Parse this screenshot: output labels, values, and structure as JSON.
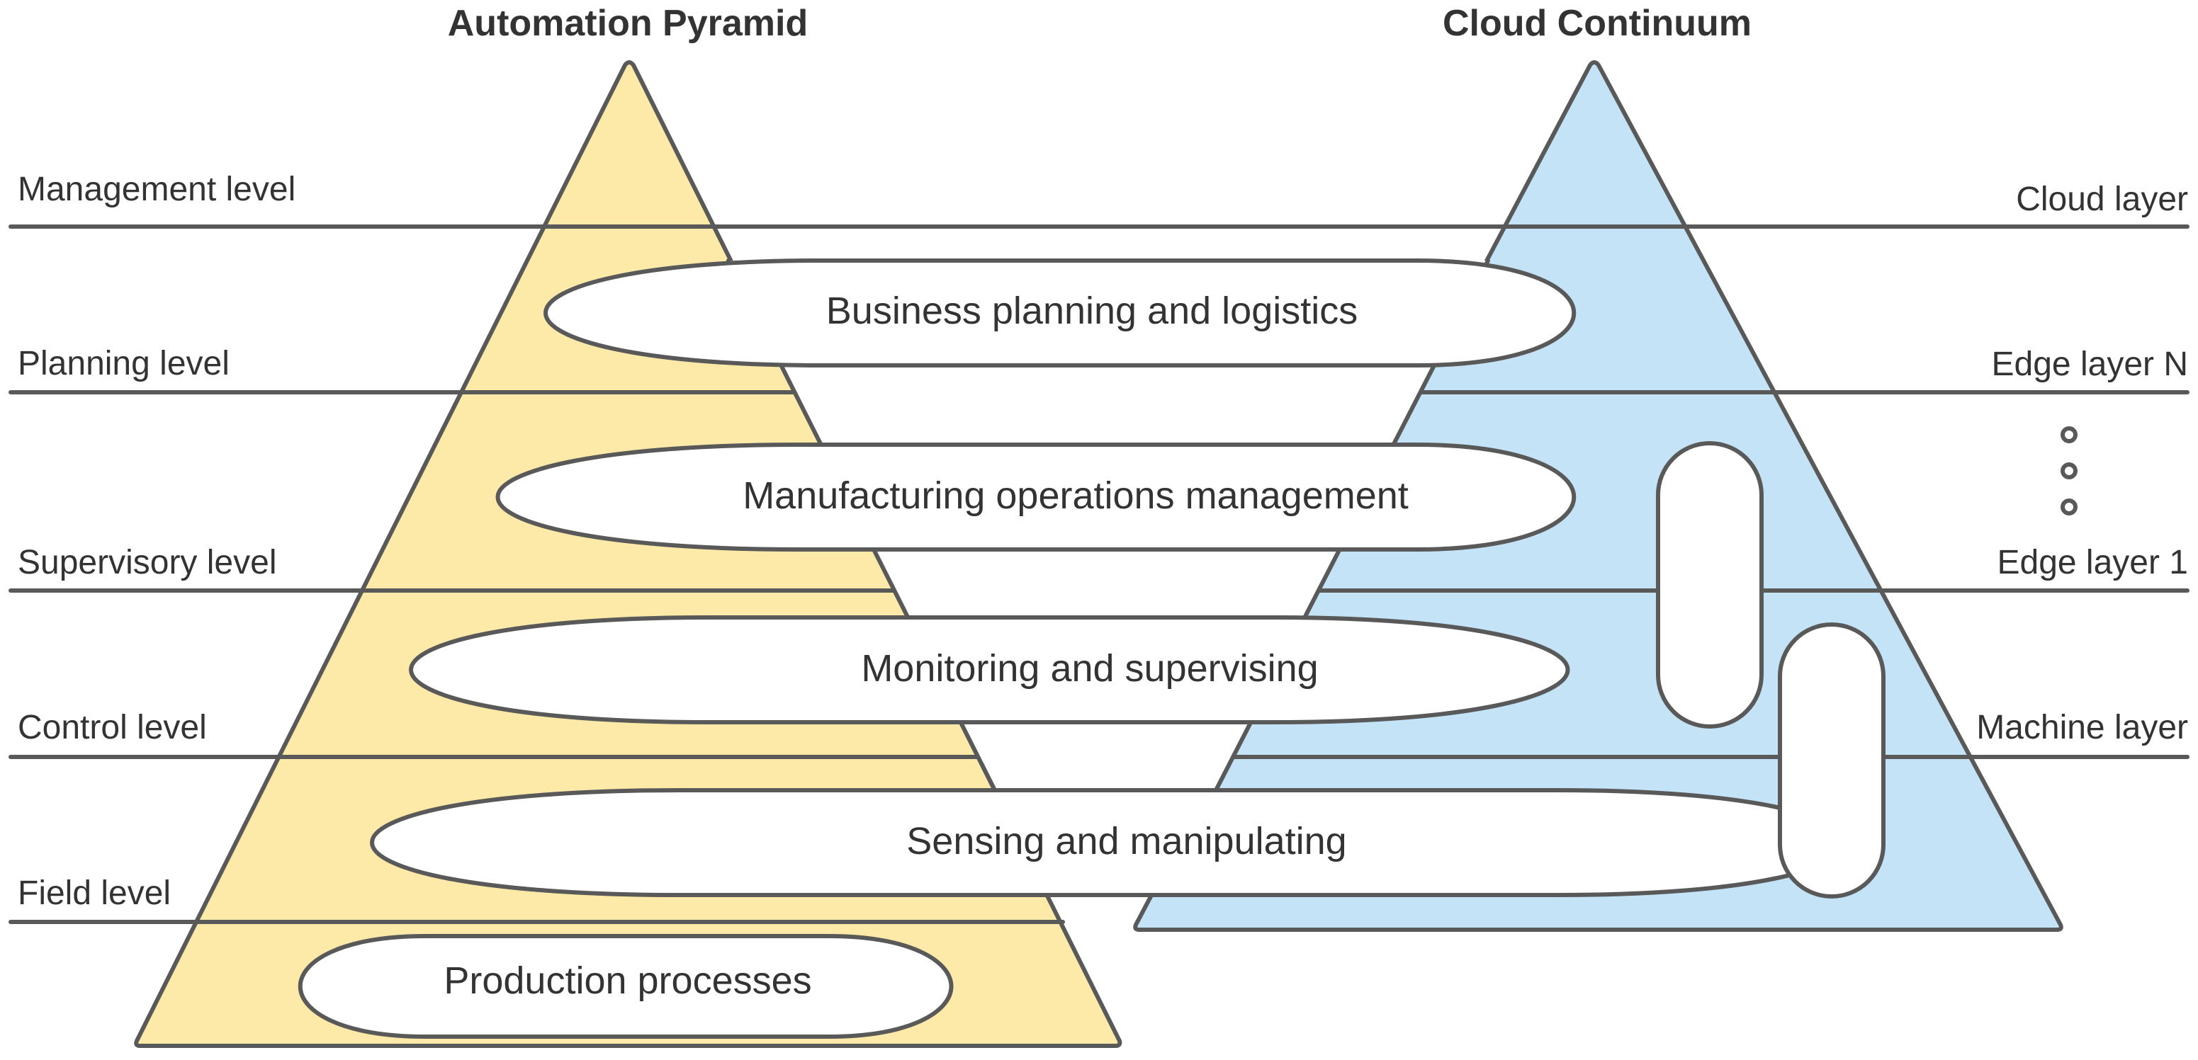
{
  "titles": {
    "left": "Automation Pyramid",
    "right": "Cloud Continuum"
  },
  "left_levels": [
    "Management level",
    "Planning level",
    "Supervisory level",
    "Control level",
    "Field level"
  ],
  "right_layers": [
    "Cloud layer",
    "Edge layer N",
    "Edge layer 1",
    "Machine layer"
  ],
  "functions": [
    "Business planning and logistics",
    "Manufacturing operations management",
    "Monitoring and supervising",
    "Sensing and manipulating",
    "Production processes"
  ],
  "colors": {
    "left_pyramid": "#fdeaa8",
    "right_pyramid": "#c4e3f6",
    "outline": "#595959",
    "pill_fill": "#ffffff"
  }
}
